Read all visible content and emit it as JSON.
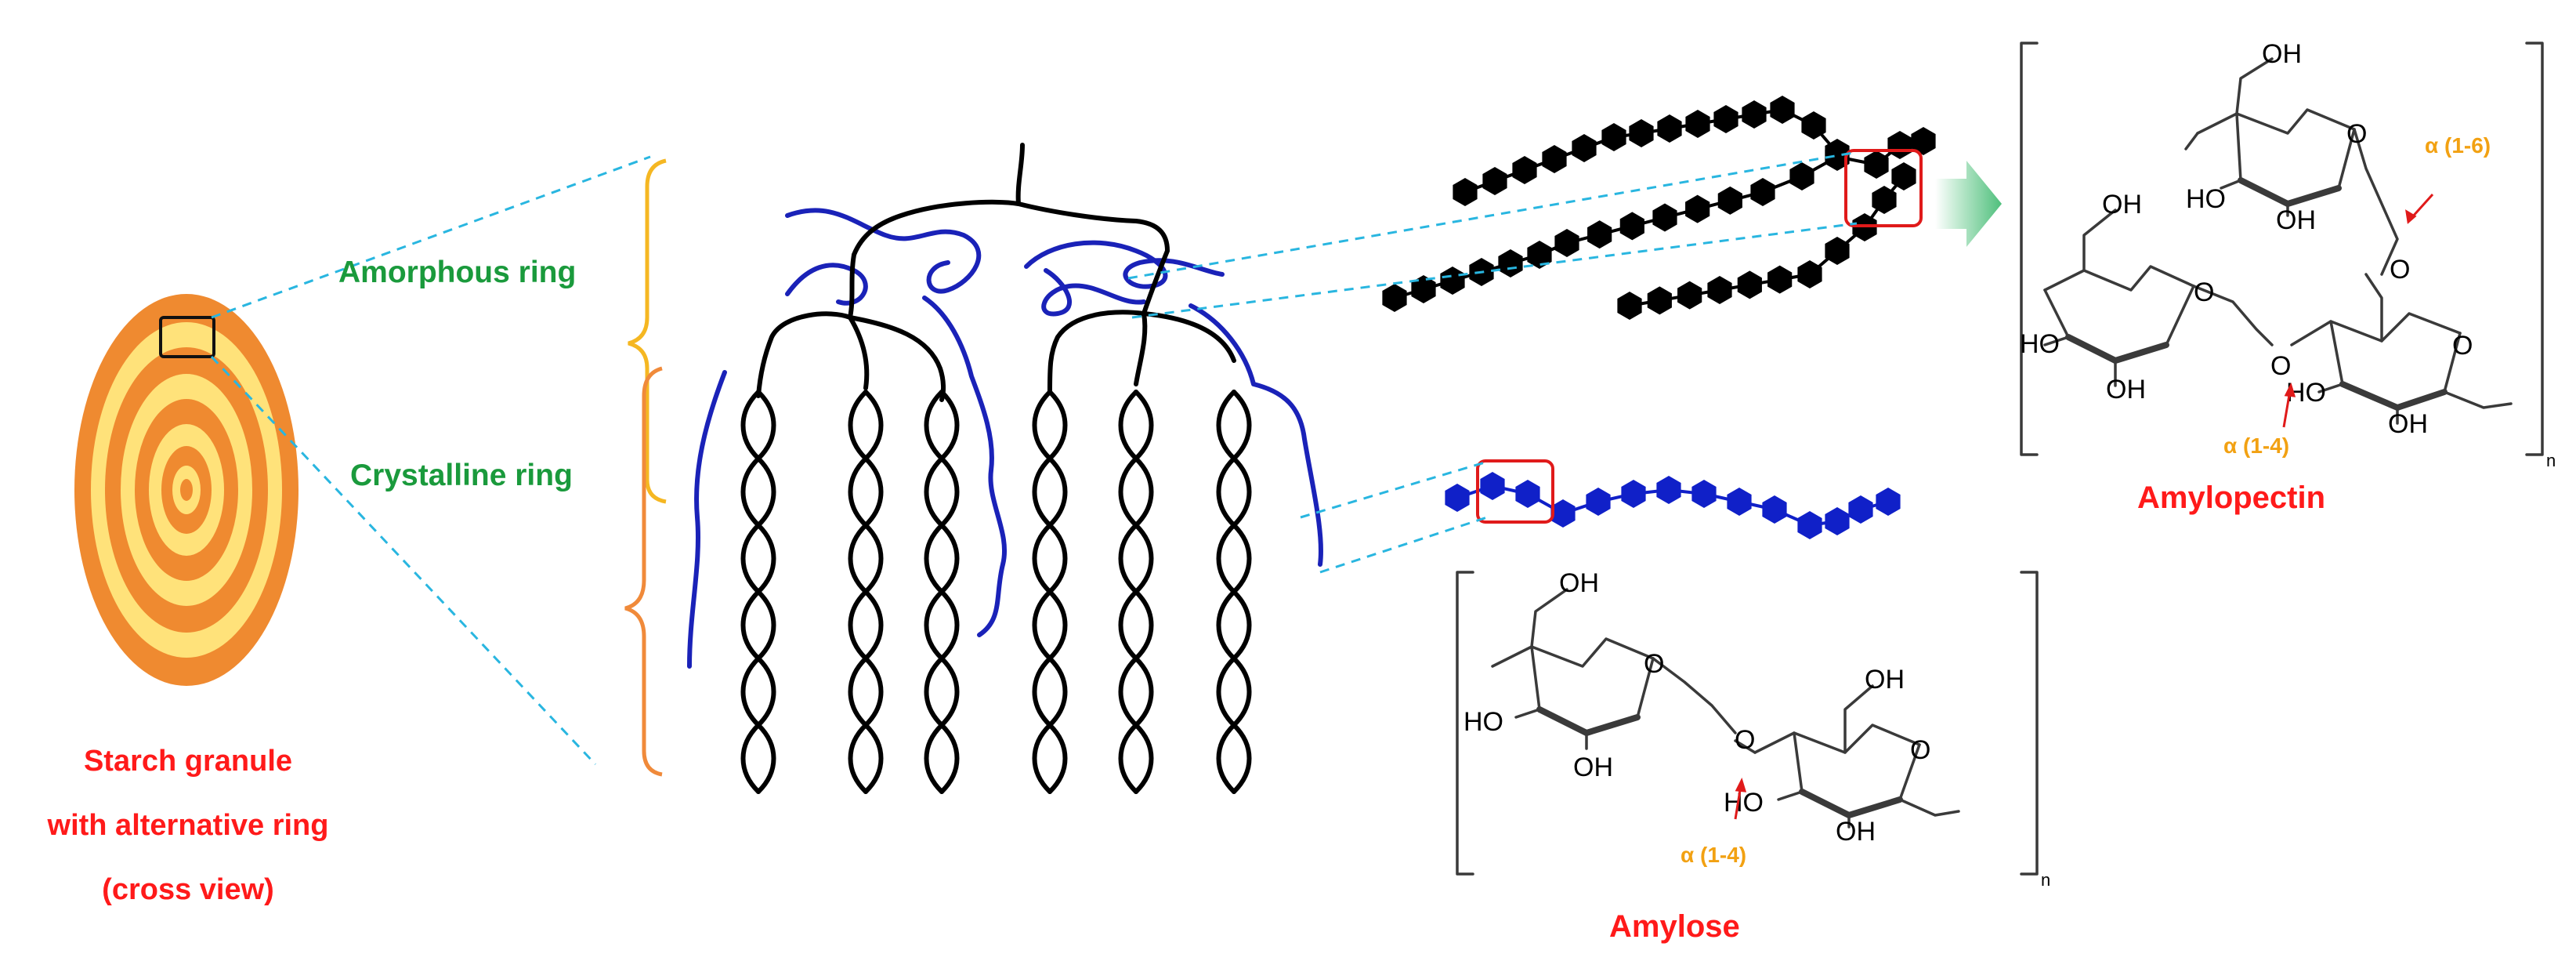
{
  "granule": {
    "caption_line1": "Starch granule",
    "caption_line2": "with alternative ring",
    "caption_line3": "(cross view)"
  },
  "rings": {
    "amorphous_label": "Amorphous ring",
    "crystalline_label": "Crystalline ring"
  },
  "amylopectin": {
    "name": "Amylopectin",
    "bond_alpha_16": "α (1-6)",
    "bond_alpha_14": "α (1-4)",
    "oh": "OH",
    "ho": "HO",
    "o": "O",
    "n": "n"
  },
  "amylose": {
    "name": "Amylose",
    "bond_alpha_14": "α (1-4)",
    "oh": "OH",
    "ho": "HO",
    "o": "O",
    "n": "n"
  },
  "colors": {
    "caption_red": "#ff1a1a",
    "label_green": "#1a9a3c",
    "bond_orange": "#f2a112",
    "branch_blue": "#1a22b8",
    "guide_cyan": "#29b6e0",
    "granule_orange": "#ef8a30",
    "granule_yellow": "#ffe27a",
    "arrow_green": "#5cc184"
  }
}
